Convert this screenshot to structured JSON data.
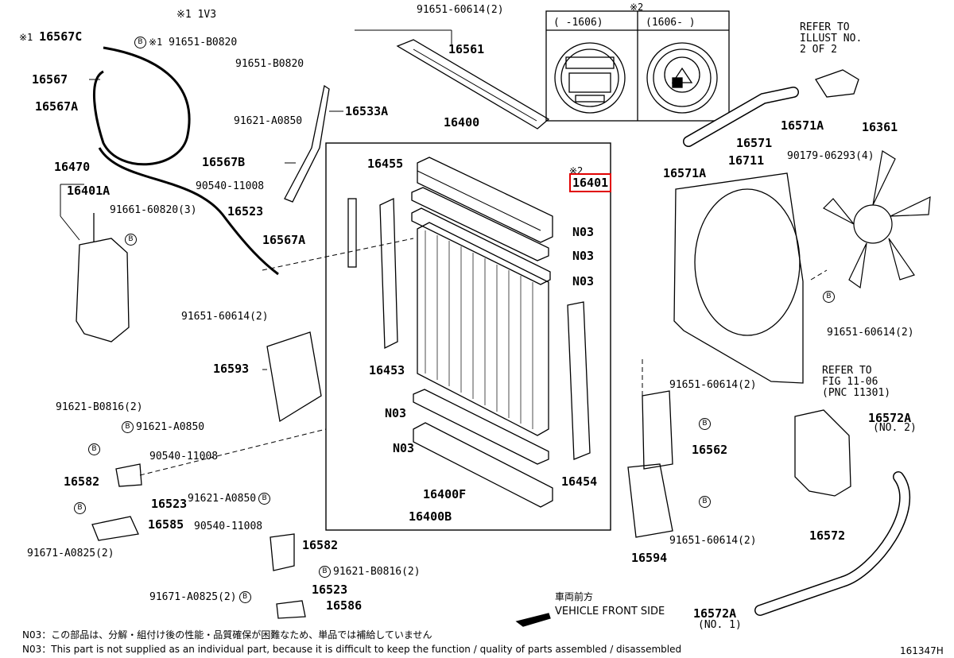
{
  "labels": {
    "iv3": "※1 1V3",
    "p16567C": "16567C",
    "p91651_B0820a": "91651-B0820",
    "star1": "※1",
    "star1b": "※1",
    "p16567": "16567",
    "p16567A_top": "16567A",
    "p16470": "16470",
    "p16401A": "16401A",
    "p91661": "91661-60820(3)",
    "p16567A_mid": "16567A",
    "p91651_B0820b": "91651-B0820",
    "p16533A": "16533A",
    "p91621_A0850a": "91621-A0850",
    "p16567B": "16567B",
    "p90540a": "90540-11008",
    "p16523a": "16523",
    "p91651_60614a": "91651-60614(2)",
    "p16593": "16593",
    "p16561": "16561",
    "p91651_60614top": "91651-60614(2)",
    "p16400": "16400",
    "p16455": "16455",
    "p16401": "16401",
    "star2a": "※2",
    "star2b": "※2",
    "n03a": "N03",
    "n03b": "N03",
    "n03c": "N03",
    "n03d": "N03",
    "n03e": "N03",
    "p16453": "16453",
    "p16454": "16454",
    "p16400F": "16400F",
    "p16400B": "16400B",
    "p91621_B0816a": "91621-B0816(2)",
    "p91621_A0850b": "91621-A0850",
    "p90540b": "90540-11008",
    "p16582a": "16582",
    "p16523b": "16523",
    "p16585": "16585",
    "p91671a": "91671-A0825(2)",
    "p91621_A0850c": "91621-A0850",
    "p90540c": "90540-11008",
    "p16582b": "16582",
    "p91621_B0816b": "91621-B0816(2)",
    "p16523c": "16523",
    "p91671b": "91671-A0825(2)",
    "p16586": "16586",
    "p91651_60614b": "91651-60614(2)",
    "p16562": "16562",
    "p16594": "16594",
    "p91651_60614c": "91651-60614(2)",
    "cap_left": "(      -1606)",
    "cap_right": "(1606-      )",
    "refer1": "REFER TO\nILLUST NO.\n2 OF 2",
    "p16571A_a": "16571A",
    "p16571": "16571",
    "p16571A_b": "16571A",
    "p16711": "16711",
    "p16361": "16361",
    "p90179": "90179-06293(4)",
    "p91651_60614d": "91651-60614(2)",
    "refer2": "REFER TO\nFIG 11-06\n(PNC 11301)",
    "p16572A_a": "16572A",
    "no2": "(NO. 2)",
    "p16572": "16572",
    "p16572A_b": "16572A",
    "no1": "(NO. 1)",
    "front_jp": "車両前方",
    "front_en": "VEHICLE FRONT SIDE",
    "note_jp": "N03：この部品は、分解・組付け後の性能・品質確保が困難なため、単品では補給していません",
    "note_en": "N03：This part is not supplied as an individual part, because it is difficult to keep the function / quality of parts assembled / disassembled",
    "fig_id": "161347H",
    "bolt_letter": "B"
  },
  "highlight_color": "#e00000"
}
